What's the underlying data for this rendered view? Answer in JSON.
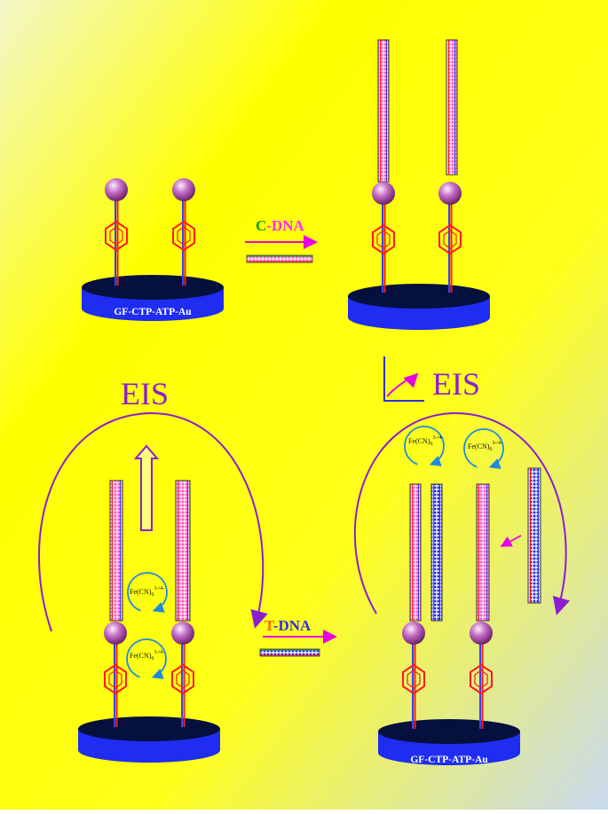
{
  "colors": {
    "bg_yellow": "#ffff00",
    "bg_blue": "#c9d9f0",
    "disk_top": "#05103c",
    "disk_side": "#1f2cf2",
    "linker": "#ff1a1a",
    "stem_blue": "#3346ff",
    "bead": "#c46cc4",
    "dna_pink": "#ff66cc",
    "dna_blue": "#3030e0",
    "dna_dark": "#333333",
    "eis_purple": "#8b1fd0",
    "arrow_magenta": "#e600e6",
    "ferri_ring": "#1f8ae0",
    "label_white": "#ffffff"
  },
  "electrode_label": "GF-CTP-ATP-Au",
  "cdna_label": {
    "c": "C",
    "dash": "-",
    "dna": "DNA"
  },
  "tdna_label": {
    "t": "T",
    "dash": "-",
    "dna": "DNA"
  },
  "eis_label": "EIS",
  "redox_probe": {
    "base": "Fe(CN)",
    "sub": "6",
    "sup": "3-/4-"
  },
  "icons": [
    "impedance-curve-icon",
    "upward-hollow-arrow-icon",
    "circular-arrow-icon"
  ]
}
